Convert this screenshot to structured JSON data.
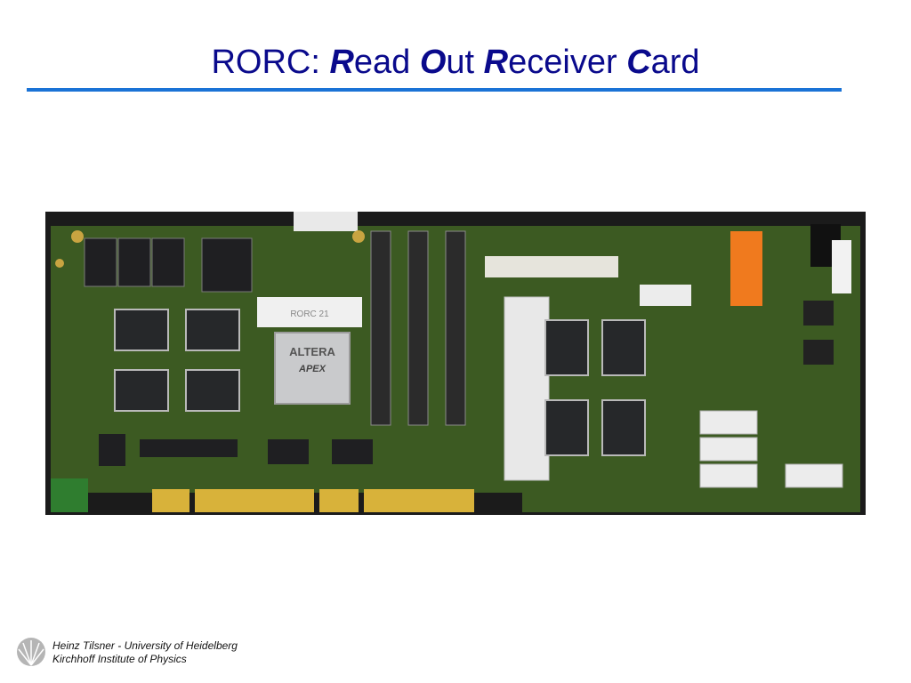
{
  "slide": {
    "title_prefix": "RORC: ",
    "title_words": [
      {
        "initial": "R",
        "rest": "ead "
      },
      {
        "initial": "O",
        "rest": "ut "
      },
      {
        "initial": "R",
        "rest": "eceiver "
      },
      {
        "initial": "C",
        "rest": "ard"
      }
    ]
  },
  "board": {
    "sticker_text": "RORC 21",
    "fpga_brand": "ALTERA",
    "fpga_model": "APEX",
    "colors": {
      "pcb": "#3c5a22",
      "gold": "#d8b23a",
      "background": "#1b1b1b"
    }
  },
  "footer": {
    "line1": "Heinz Tilsner - University of Heidelberg",
    "line2": "Kirchhoff Institute of Physics"
  }
}
